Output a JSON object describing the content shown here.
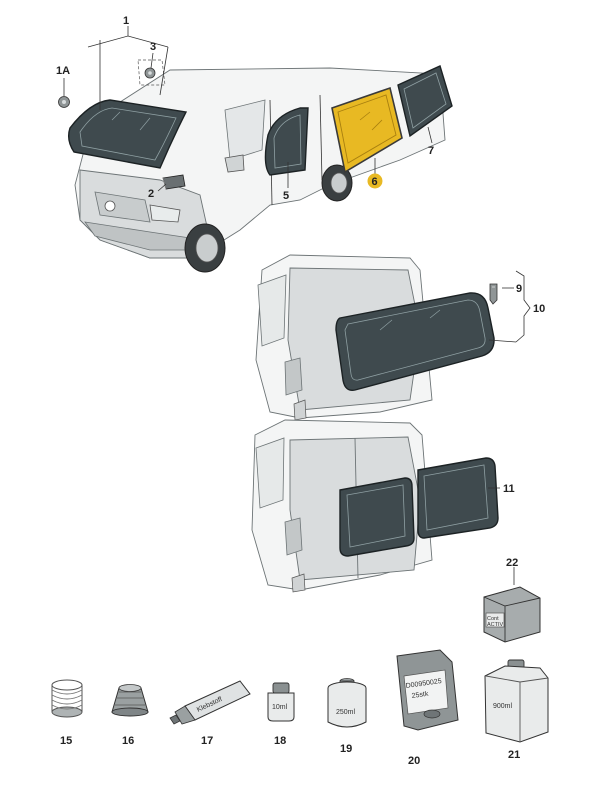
{
  "callouts": {
    "c1": "1",
    "c1a": "1A",
    "c2": "2",
    "c3": "3",
    "c5": "5",
    "c6": "6",
    "c7": "7",
    "c9": "9",
    "c10": "10",
    "c11": "11",
    "c15": "15",
    "c16": "16",
    "c17": "17",
    "c18": "18",
    "c19": "19",
    "c20": "20",
    "c21": "21",
    "c22": "22"
  },
  "product_labels": {
    "tube": "Klebstoff",
    "small_bottle": "10ml",
    "can": "250ml",
    "pouch_line1": "D00950025",
    "pouch_line2": "25stk",
    "cube_line1": "Cont",
    "cube_line2": "ACTIV",
    "large_bottle": "900ml"
  },
  "colors": {
    "highlight": "#e8b923",
    "glass": "#3f4a4e"
  }
}
